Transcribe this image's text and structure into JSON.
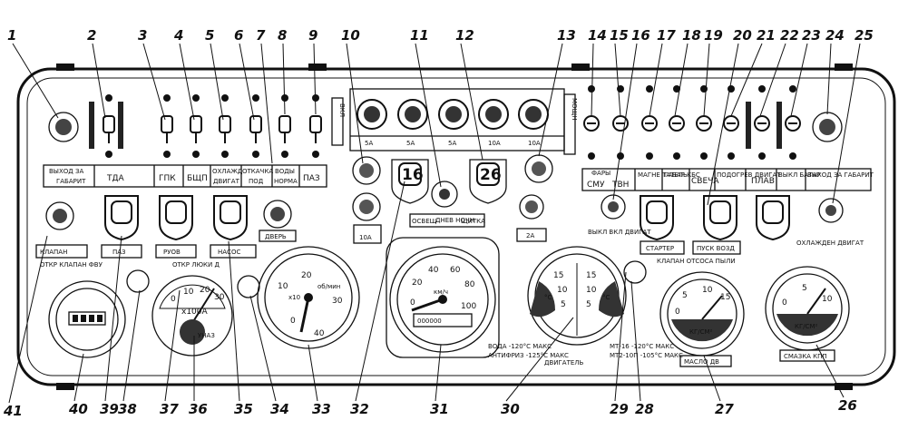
{
  "callouts": [
    "1",
    "2",
    "3",
    "4",
    "5",
    "6",
    "7",
    "8",
    "9",
    "10",
    "11",
    "12",
    "13",
    "14",
    "15",
    "16",
    "17",
    "18",
    "19",
    "20",
    "21",
    "22",
    "23",
    "24",
    "25",
    "26",
    "27",
    "28",
    "29",
    "30",
    "31",
    "32",
    "33",
    "34",
    "35",
    "36",
    "37",
    "38",
    "39",
    "40",
    "41"
  ],
  "labels": {
    "vykhod_za_gabarit_left": "ВЫХОД ЗА",
    "gabarit_left": "ГАБАРИТ",
    "tda": "ТДА",
    "gpk": "ГПК",
    "bshch": "БЩП",
    "okhlazhd": "ОХЛАЖД",
    "dvigat": "ДВИГАТ",
    "otkachka": "ОТКАЧКА",
    "pod": "ПОД",
    "vody_norma": "ВОДЫ",
    "norma": "НОРМА",
    "paz_top": "ПАЗ",
    "vkl": "ВКЛ",
    "fuse_5a_1": "5А",
    "fuse_5a_2": "5А",
    "fuse_5a_3": "5А",
    "fuse_10a_1": "10А",
    "fuse_10a_2": "10А",
    "fuse_10a_left": "10А",
    "fuse_2a": "2А",
    "socket_16": "16",
    "socket_26": "26",
    "osvesh": "ОСВЕЩ",
    "dnev_nochn": "ДНЕВ НОЧН",
    "shchitka": "ЩИТКА",
    "dver": "ДВЕРЬ",
    "klapan": "КЛАПАН",
    "paz_bottom": "ПАЗ",
    "ruov": "РУОВ",
    "nasos": "НАСОС",
    "otkr_klapan_fvu": "ОТКР КЛАПАН ФВУ",
    "otkr_lyuki_d": "ОТКР ЛЮКИ Д",
    "fary": "ФАРЫ",
    "smu": "СМУ",
    "tvn": "ТВН",
    "magnetateli": "МАГНЕ ТАТЕЛЬ",
    "gabar_kbs": "ГАБАР КБС",
    "svecha": "СВЕЧА",
    "podogrev_dvigat": "ПОДОГРЕВ ДВИГАТ",
    "plav": "ПЛАВ",
    "vykl_batar": "ВЫКЛ БАТАР",
    "vykhod_za_gabarit_right": "ВЫХОД ЗА ГАБАРИТ",
    "vykl_vkl_dvigat": "ВЫКЛ ВКЛ ДВИГАТ",
    "starter": "СТАРТЕР",
    "pusk_vozd": "ПУСК ВОЗД",
    "klapan_otsosa_pyli": "КЛАПАН ОТСОСА ПЫЛИ",
    "okhlazhd_dvigat": "ОХЛАЖДЕН ДВИГАТ",
    "maslo_dv": "МАСЛО ДВ",
    "smazka_kpp": "СМАЗКА КПП",
    "moschn": "МОЩН",
    "vkl_side": "ВКЛ",
    "voda_note": "ВОДА -120°С МАКС",
    "antifriz_note": "АНТИФРИЗ -125°С МАКС",
    "mt16_note": "МТ-16 -120°С МАКС",
    "mt10_note": "МТ2-10П -105°С МАКС",
    "dvigatel_note": "ДВИГАТЕЛЬ"
  },
  "gauges": {
    "speedometer": {
      "unit": "км/ч",
      "ticks": [
        "0",
        "20",
        "40",
        "60",
        "80",
        "100"
      ],
      "odometer": "000000"
    },
    "tachometer": {
      "unit": "об/мин",
      "multiplier": "x10",
      "ticks": [
        "0",
        "10",
        "20",
        "30",
        "40"
      ]
    },
    "ammeter": {
      "label": "x100А",
      "ticks": [
        "0",
        "10",
        "20",
        "30"
      ],
      "sub": "УНАЗ"
    },
    "temp_gauge": {
      "ticks_left": [
        "15",
        "10",
        "5"
      ],
      "ticks_right": [
        "15",
        "10",
        "5"
      ],
      "left_unit": "°C",
      "right_unit": "°C"
    },
    "oil_engine": {
      "unit": "КГ/СМ²",
      "ticks": [
        "0",
        "5",
        "10",
        "15"
      ]
    },
    "oil_kpp": {
      "unit": "КГ/СМ²",
      "ticks": [
        "0",
        "5",
        "10"
      ]
    }
  }
}
